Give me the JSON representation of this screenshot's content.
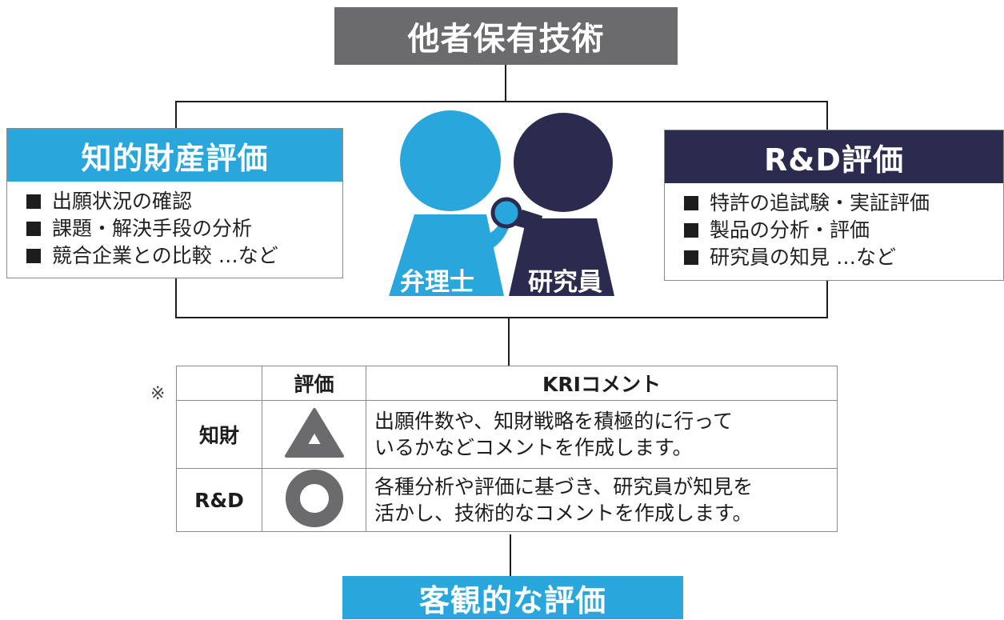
{
  "top_box": "他者保有技術",
  "bottom_box": "客観的な評価",
  "left_panel": {
    "title": "知的財産評価",
    "items": [
      "出願状況の確認",
      "課題・解決手段の分析",
      "競合企業との比較 …など"
    ]
  },
  "right_panel": {
    "title": "R&D評価",
    "items": [
      "特許の追試験・実証評価",
      "製品の分析・評価",
      "研究員の知見 …など"
    ]
  },
  "figures": {
    "left_label": "弁理士",
    "right_label": "研究員"
  },
  "table": {
    "note_mark": "※",
    "headers": [
      "",
      "評価",
      "KRIコメント"
    ],
    "rows": [
      {
        "label": "知財",
        "mark": "triangle-icon",
        "comment_line1": "出願件数や、知財戦略を積極的に行って",
        "comment_line2": "いるかなどコメントを作成します。"
      },
      {
        "label": "R&D",
        "mark": "circle-icon",
        "comment_line1": "各種分析や評価に基づき、研究員が知見を",
        "comment_line2": "活かし、技術的なコメントを作成します。"
      }
    ]
  },
  "colors": {
    "gray": "#6b6b6e",
    "blue": "#29a7dc",
    "navy": "#2b2b50"
  }
}
